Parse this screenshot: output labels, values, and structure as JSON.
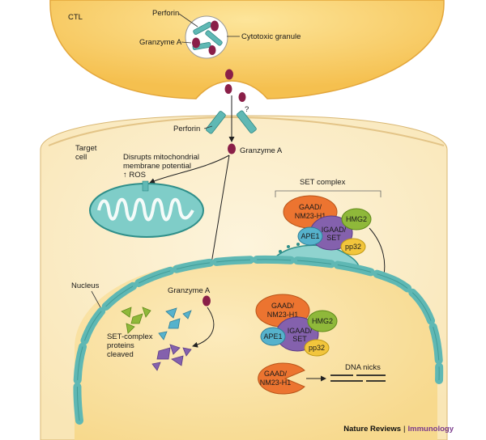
{
  "labels": {
    "ctl": "CTL",
    "perforin_top": "Perforin",
    "granzyme_top": "Granzyme A",
    "cytotoxic_granule": "Cytotoxic granule",
    "question": "?",
    "perforin_pore": "Perforin",
    "granzyme_entry": "Granzyme A",
    "target_cell_1": "Target",
    "target_cell_2": "cell",
    "mito_1": "Disrupts mitochondrial",
    "mito_2": "membrane potential",
    "mito_3": "↑ ROS",
    "set_complex": "SET complex",
    "nucleus": "Nucleus",
    "granzyme_nuc": "Granzyme A",
    "set_cleaved_1": "SET-complex",
    "set_cleaved_2": "proteins",
    "set_cleaved_3": "cleaved",
    "dna_nicks": "DNA nicks"
  },
  "set_complex_er": {
    "gaad_1": "GAAD/",
    "gaad_2": "NM23-H1",
    "hmg2": "HMG2",
    "igaad_1": "IGAAD/",
    "igaad_2": "SET",
    "ape1": "APE1",
    "pp32": "pp32"
  },
  "set_complex_nuc": {
    "gaad_1": "GAAD/",
    "gaad_2": "NM23-H1",
    "hmg2": "HMG2",
    "igaad_1": "IGAAD/",
    "igaad_2": "SET",
    "ape1": "APE1",
    "pp32": "pp32"
  },
  "gaad_active": {
    "gaad_1": "GAAD/",
    "gaad_2": "NM23-H1"
  },
  "footer": {
    "publisher": "Nature Reviews",
    "separator": "|",
    "journal": "Immunology"
  },
  "colors": {
    "ctl_fill": "#f6c75a",
    "cell_fill": "#fbedc8",
    "nucleus_fill": "#fbe0a0",
    "membrane": "#5fb8b4",
    "granzyme": "#8a1f48",
    "gaad": "#ec7430",
    "hmg2": "#8fb83a",
    "igaad": "#8461ad",
    "ape1": "#56b2cc",
    "pp32": "#f2c53c"
  }
}
